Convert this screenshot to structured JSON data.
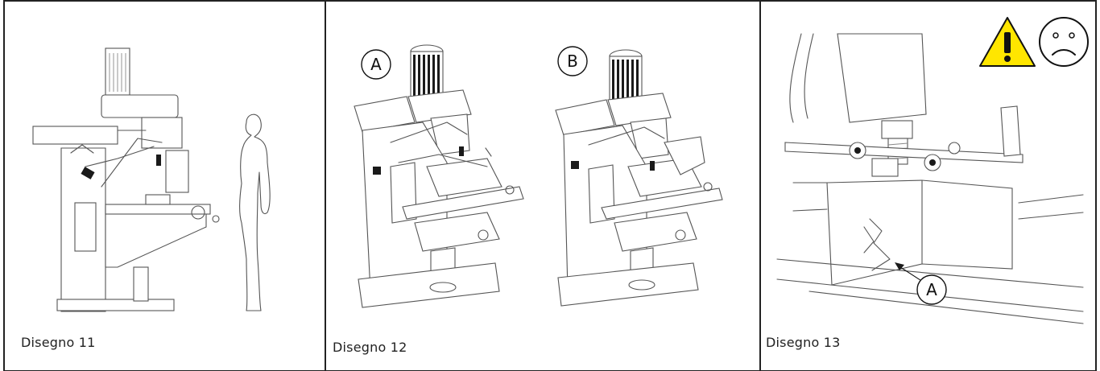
{
  "panels": [
    {
      "caption": "Disegno 11"
    },
    {
      "caption": "Disegno 12",
      "callouts": [
        "A",
        "B"
      ]
    },
    {
      "caption": "Disegno 13",
      "callouts": [
        "A"
      ]
    }
  ],
  "icons": {
    "warning": "warning-triangle-icon",
    "face": "sad-face-icon"
  },
  "colors": {
    "warning_fill": "#FFE600",
    "border": "#222222",
    "line": "#555555"
  }
}
